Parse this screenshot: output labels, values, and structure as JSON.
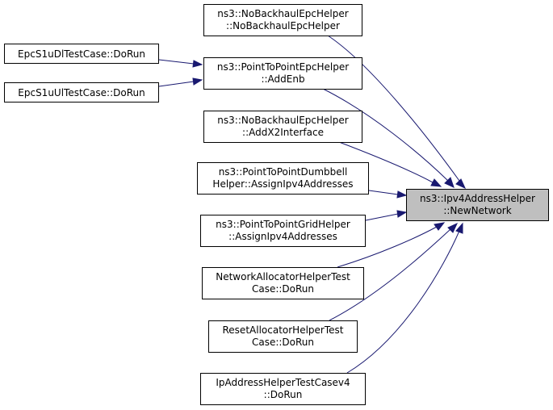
{
  "graph": {
    "target": {
      "line1": "ns3::Ipv4AddressHelper",
      "line2": "::NewNetwork"
    },
    "nodes": {
      "nobackhaul_ctor": {
        "line1": "ns3::NoBackhaulEpcHelper",
        "line2": "::NoBackhaulEpcHelper"
      },
      "p2p_addenb": {
        "line1": "ns3::PointToPointEpcHelper",
        "line2": "::AddEnb"
      },
      "nobackhaul_addx2": {
        "line1": "ns3::NoBackhaulEpcHelper",
        "line2": "::AddX2Interface"
      },
      "dumbbell_assign": {
        "line1": "ns3::PointToPointDumbbell",
        "line2": "Helper::AssignIpv4Addresses"
      },
      "grid_assign": {
        "line1": "ns3::PointToPointGridHelper",
        "line2": "::AssignIpv4Addresses"
      },
      "netalloc_test": {
        "line1": "NetworkAllocatorHelperTest",
        "line2": "Case::DoRun"
      },
      "resetalloc_test": {
        "line1": "ResetAllocatorHelperTest",
        "line2": "Case::DoRun"
      },
      "ipaddr_test": {
        "line1": "IpAddressHelperTestCasev4",
        "line2": "::DoRun"
      },
      "s1udl_test": {
        "line1": "EpcS1uDlTestCase::DoRun"
      },
      "s1uul_test": {
        "line1": "EpcS1uUlTestCase::DoRun"
      }
    },
    "edges": [
      {
        "from": "nobackhaul_ctor",
        "to": "target"
      },
      {
        "from": "p2p_addenb",
        "to": "target"
      },
      {
        "from": "nobackhaul_addx2",
        "to": "target"
      },
      {
        "from": "dumbbell_assign",
        "to": "target"
      },
      {
        "from": "grid_assign",
        "to": "target"
      },
      {
        "from": "netalloc_test",
        "to": "target"
      },
      {
        "from": "resetalloc_test",
        "to": "target"
      },
      {
        "from": "ipaddr_test",
        "to": "target"
      },
      {
        "from": "s1udl_test",
        "to": "p2p_addenb"
      },
      {
        "from": "s1uul_test",
        "to": "p2p_addenb"
      }
    ],
    "colors": {
      "edge": "#191970",
      "target_fill": "#bfbfbf",
      "node_fill": "#ffffff",
      "border": "#000000"
    }
  }
}
